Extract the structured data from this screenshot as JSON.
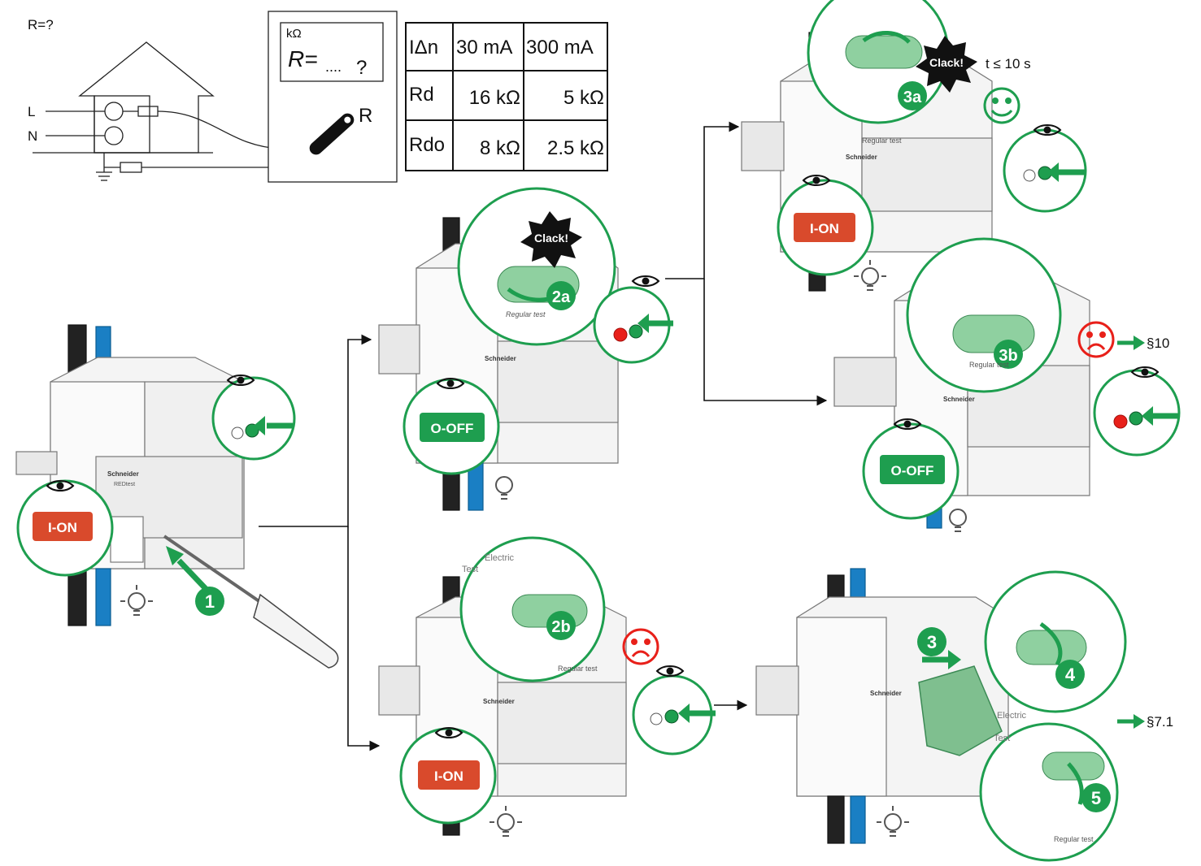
{
  "header": {
    "question": "R=?"
  },
  "wiring": {
    "line_label": "L",
    "neutral_label": "N"
  },
  "meter": {
    "unit": "kΩ",
    "display": "R=",
    "display_dots": "....",
    "display_q": "?",
    "probe_label": "R"
  },
  "table": {
    "headers": [
      "IΔn",
      "30 mA",
      "300 mA"
    ],
    "rows": [
      {
        "label": "Rd",
        "values": [
          "16 kΩ",
          "5 kΩ"
        ]
      },
      {
        "label": "Rdo",
        "values": [
          "8 kΩ",
          "2.5 kΩ"
        ]
      }
    ]
  },
  "steps": {
    "s1": "1",
    "s2a": "2a",
    "s2b": "2b",
    "s3a": "3a",
    "s3b": "3b",
    "s3": "3",
    "s4": "4",
    "s5": "5"
  },
  "badges": {
    "ion": "I-ON",
    "ooff": "O-OFF"
  },
  "clack": "Clack!",
  "time_limit": "t ≤ 10 s",
  "refs": {
    "r10": "§10",
    "r71": "§7.1"
  },
  "device_text": {
    "brand": "Schneider",
    "model": "REDtest",
    "regular_test": "Regular test",
    "electric": "Electric",
    "test": "Test"
  },
  "colors": {
    "green": "#1e9e4f",
    "light_green": "#8fd0a0",
    "red_badge": "#d94a2c",
    "red_led": "#e8201a",
    "black": "#111111",
    "blue_wire": "#1a7fc4"
  }
}
